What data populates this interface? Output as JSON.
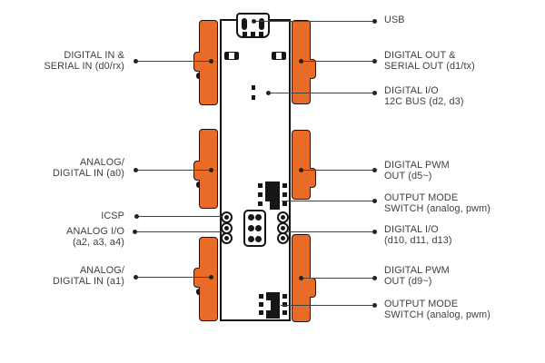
{
  "diagram": {
    "labels": {
      "left": [
        {
          "lines": [
            "DIGITAL IN &",
            "SERIAL IN (d0/rx)"
          ]
        },
        {
          "lines": [
            "ANALOG/",
            "DIGITAL IN (a0)"
          ]
        },
        {
          "lines": [
            "ICSP"
          ]
        },
        {
          "lines": [
            "ANALOG I/O",
            "(a2, a3, a4)"
          ]
        },
        {
          "lines": [
            "ANALOG/",
            "DIGITAL IN (a1)"
          ]
        }
      ],
      "right": [
        {
          "lines": [
            "USB"
          ]
        },
        {
          "lines": [
            "DIGITAL OUT &",
            "SERIAL OUT (d1/tx)"
          ]
        },
        {
          "lines": [
            "DIGITAL I/O",
            "12C BUS (d2, d3)"
          ]
        },
        {
          "lines": [
            "DIGITAL PWM",
            "OUT (d5~)"
          ]
        },
        {
          "lines": [
            "OUTPUT MODE",
            "SWITCH (analog, pwm)"
          ]
        },
        {
          "lines": [
            "DIGITAL I/O",
            "(d10, d11, d13)"
          ]
        },
        {
          "lines": [
            "DIGITAL PWM",
            "OUT (d9~)"
          ]
        },
        {
          "lines": [
            "OUTPUT MODE",
            "SWITCH (analog, pwm)"
          ]
        }
      ]
    },
    "icons": {
      "usb_connector": "css-shape",
      "bitsnap_connector": "css-shape",
      "resistor": "css-shape",
      "i2c_pads": "css-shape",
      "icsp_header": "css-shape",
      "pin_header": "css-shape",
      "mode_switch": "css-shape"
    },
    "colors": {
      "connector_orange": "#E96B28",
      "outline_black": "#161616",
      "label_text": "#3E3E40",
      "callout_line": "#424245",
      "background": "#FFFFFF"
    }
  }
}
